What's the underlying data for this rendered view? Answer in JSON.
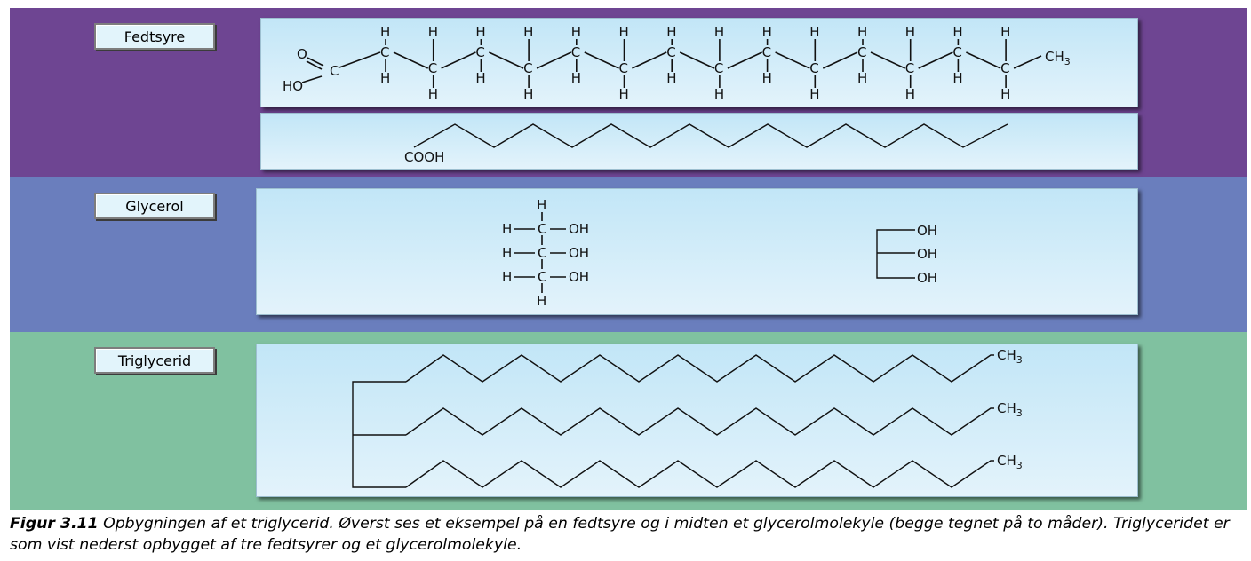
{
  "sections": {
    "fatty_acid": {
      "label": "Fedtsyre",
      "structural": {
        "acid_o": "O",
        "acid_oh": "HO",
        "carbon": "C",
        "hydrogen": "H",
        "methyl": "CH",
        "methyl_sub": "3"
      },
      "skeletal": {
        "acid_group": "COOH"
      }
    },
    "glycerol": {
      "label": "Glycerol",
      "structural": {
        "hydrogen": "H",
        "hydroxyl": "OH",
        "carbon": "C"
      },
      "skeletal": {
        "hydroxyl": "OH"
      }
    },
    "triglyceride": {
      "label": "Triglycerid",
      "chain_end": "CH",
      "chain_end_sub": "3"
    }
  },
  "caption": {
    "figure_number": "Figur 3.11",
    "text": " Opbygningen af et triglycerid. Øverst ses et eksempel på en fedtsyre og i midten et glycerolmolekyle (begge tegnet på to måder). Triglyceridet er som vist nederst opbygget af tre fedtsyrer og et glycerolmolekyle."
  }
}
